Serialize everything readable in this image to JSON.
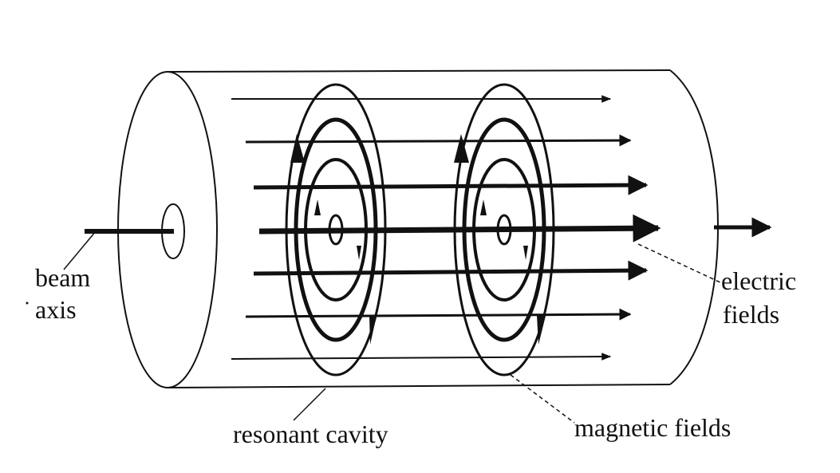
{
  "labels": {
    "beam_axis_line1": "beam",
    "beam_axis_line2": "axis",
    "electric_fields_line1": "electric",
    "electric_fields_line2": "fields",
    "resonant_cavity": "resonant cavity",
    "magnetic_fields": "magnetic fields"
  },
  "colors": {
    "ink": "#111111",
    "background": "#ffffff"
  }
}
